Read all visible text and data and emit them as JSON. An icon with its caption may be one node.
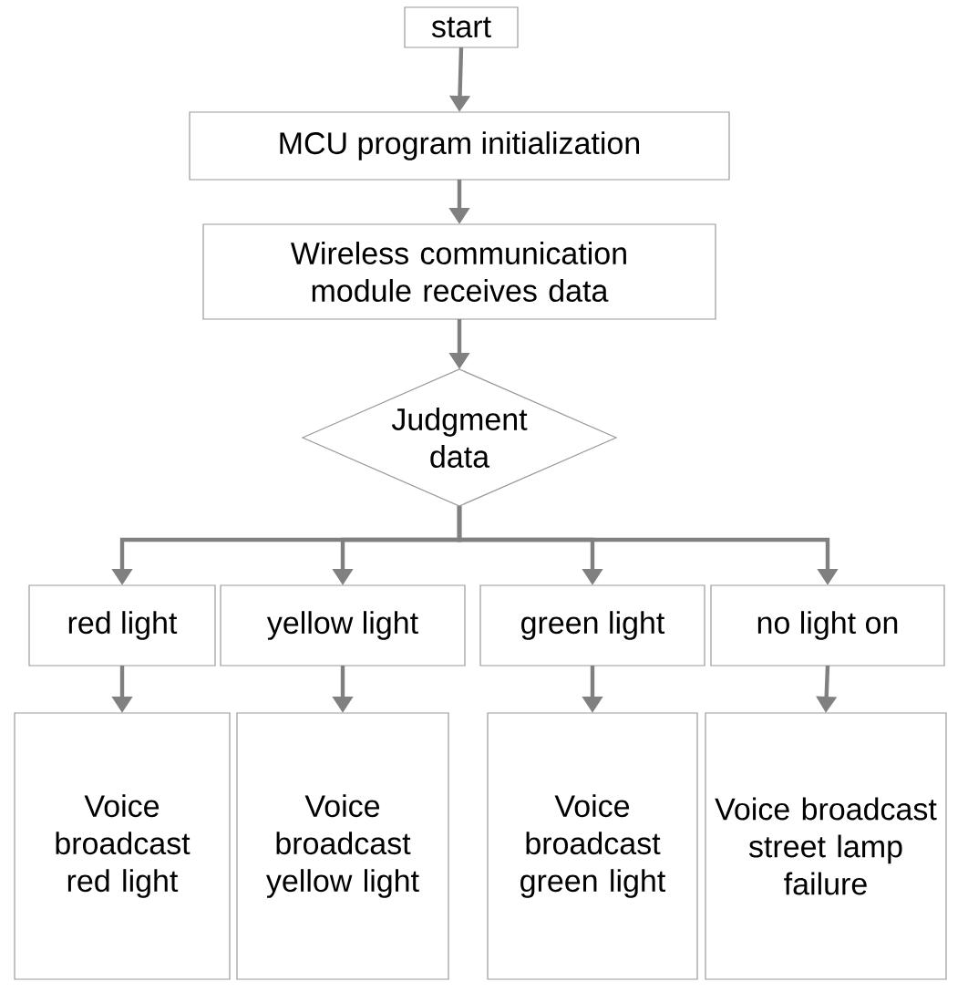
{
  "diagram": {
    "nodes": [
      {
        "text": [
          "start"
        ]
      },
      {
        "text": [
          "MCU program initialization"
        ]
      },
      {
        "text": [
          "Wireless communication module receives data"
        ]
      },
      {
        "text": [
          "Judgment data"
        ]
      },
      {
        "text": [
          "red light"
        ]
      },
      {
        "text": [
          "yellow light"
        ]
      },
      {
        "text": [
          "green light"
        ]
      },
      {
        "text": [
          "no light on"
        ]
      },
      {
        "text": [
          "Voice broadcast red light"
        ]
      },
      {
        "text": [
          "Voice broadcast yellow light"
        ]
      },
      {
        "text": [
          "Voice broadcast green light"
        ]
      },
      {
        "text": [
          "Voice broadcast street lamp failure"
        ]
      }
    ],
    "edges": [
      {
        "from": 0,
        "to": 1,
        "arrow": "to"
      },
      {
        "from": 1,
        "to": 2,
        "arrow": "to"
      },
      {
        "from": 2,
        "to": 3,
        "arrow": "to"
      },
      {
        "from": 3,
        "to": 4,
        "arrow": "to"
      },
      {
        "from": 3,
        "to": 5,
        "arrow": "to"
      },
      {
        "from": 3,
        "to": 6,
        "arrow": "to"
      },
      {
        "from": 3,
        "to": 7,
        "arrow": "to"
      },
      {
        "from": 4,
        "to": 8,
        "arrow": "to"
      },
      {
        "from": 5,
        "to": 9,
        "arrow": "to"
      },
      {
        "from": 6,
        "to": 10,
        "arrow": "to"
      },
      {
        "from": 7,
        "to": 11,
        "arrow": "to"
      }
    ]
  }
}
